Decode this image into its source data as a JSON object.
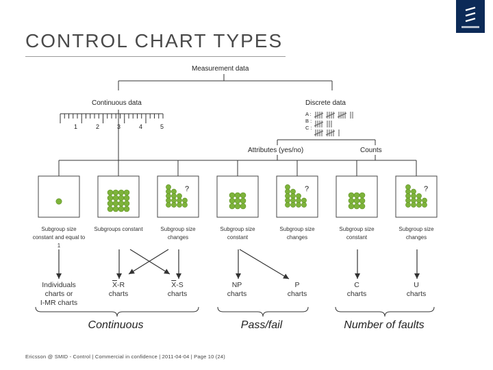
{
  "title": "Control Chart Types",
  "root": "Measurement data",
  "branches": {
    "continuous": "Continuous data",
    "discrete": "Discrete data"
  },
  "ruler_ticks": [
    "1",
    "2",
    "3",
    "4",
    "5"
  ],
  "tally": {
    "a": "A :",
    "b": "B :",
    "c": "C :"
  },
  "subbranches": {
    "attributes": "Attributes (yes/no)",
    "counts": "Counts"
  },
  "boxes_qmark": "?",
  "conditions": [
    "Subgroup size constant and equal to 1",
    "Subgroups constant",
    "Subgroup size changes",
    "Subgroup size constant",
    "Subgroup size changes",
    "Subgroup size constant",
    "Subgroup size changes"
  ],
  "charts": {
    "individuals_l1": "Individuals",
    "individuals_l2": "charts or",
    "individuals_l3": "I-MR charts",
    "xr_x": "X",
    "xr_rest": "-R",
    "xs_x": "X",
    "xs_rest": "-S",
    "charts_word": "charts",
    "np": "NP",
    "p": "P",
    "c": "C",
    "u": "U"
  },
  "groups": {
    "continuous": "Continuous",
    "passfail": "Pass/fail",
    "faults": "Number of faults"
  },
  "footer": "Ericsson @ SMID - Control  |  Commercial in confidence  |  2011-04-04  |  Page 10 (24)",
  "colors": {
    "dot": "#7db33a",
    "dot_stroke": "#5e8f25",
    "logo": "#0c2a57",
    "line": "#333333"
  }
}
